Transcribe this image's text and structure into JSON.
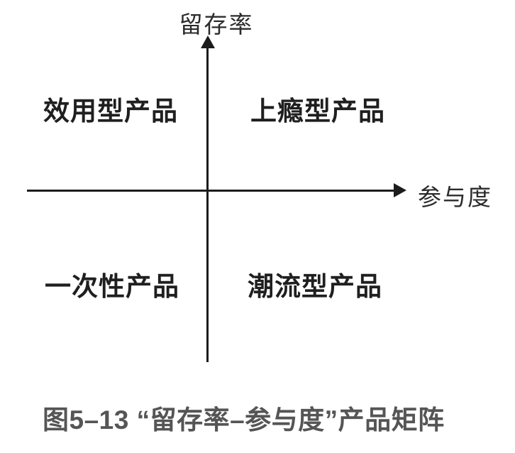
{
  "figure": {
    "caption": "图5–13 “留存率–参与度”产品矩阵"
  },
  "matrix": {
    "y_axis": {
      "label": "留存率",
      "arrow": "up-arrow"
    },
    "x_axis": {
      "label": "参与度",
      "arrow": "right-arrow"
    },
    "quadrants": {
      "top_left": "效用型产品",
      "top_right": "上瘾型产品",
      "bottom_left": "一次性产品",
      "bottom_right": "潮流型产品"
    }
  },
  "colors": {
    "background": "#ffffff",
    "axis_line": "#1c1c1c",
    "axis_label_text": "#2b2b2b",
    "quadrant_label_text": "#1f1f1f",
    "caption_text": "#555555"
  }
}
